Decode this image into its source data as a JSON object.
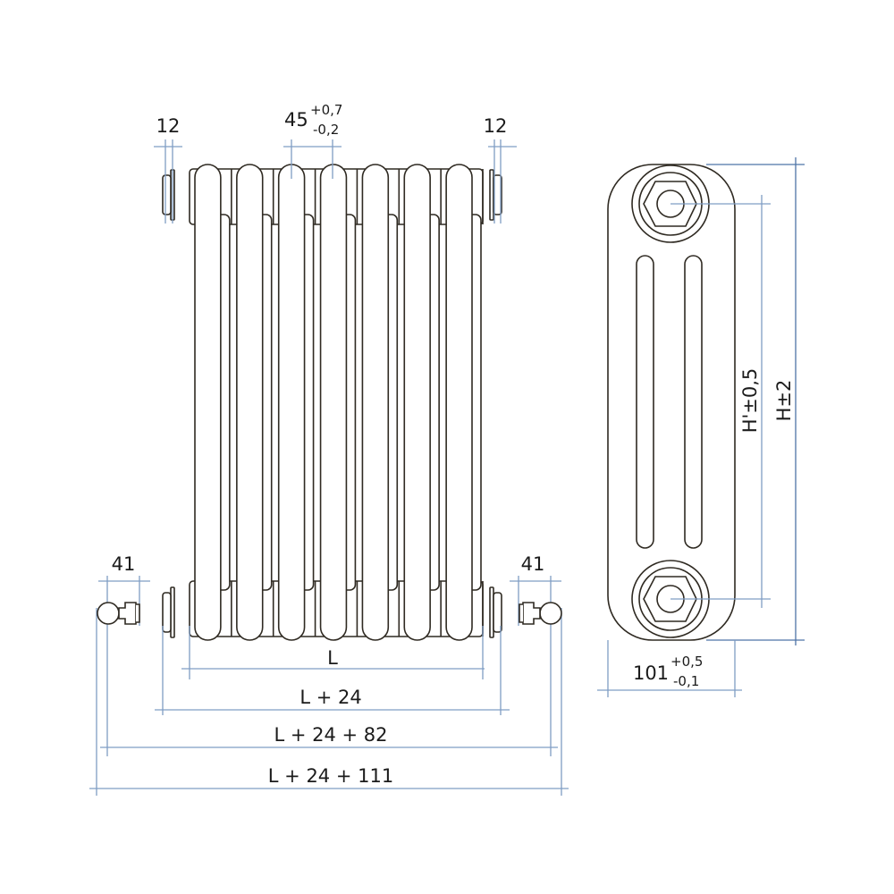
{
  "front_view": {
    "sections": 7,
    "plug_width": "12",
    "section_pitch": {
      "value": "45",
      "tol_plus": "+0,7",
      "tol_minus": "-0,2"
    },
    "valve_width": "41",
    "lengths": [
      "L",
      "L + 24",
      "L + 24 + 82",
      "L + 24 + 111"
    ]
  },
  "side_view": {
    "depth": {
      "value": "101",
      "tol_plus": "+0,5",
      "tol_minus": "-0,1"
    },
    "axis_height": "H'±0,5",
    "height": "H±2"
  },
  "colors": {
    "outline": "#2f2a22",
    "dimension": "#7f9dc4",
    "dimension_dark": "#4e74a6"
  }
}
